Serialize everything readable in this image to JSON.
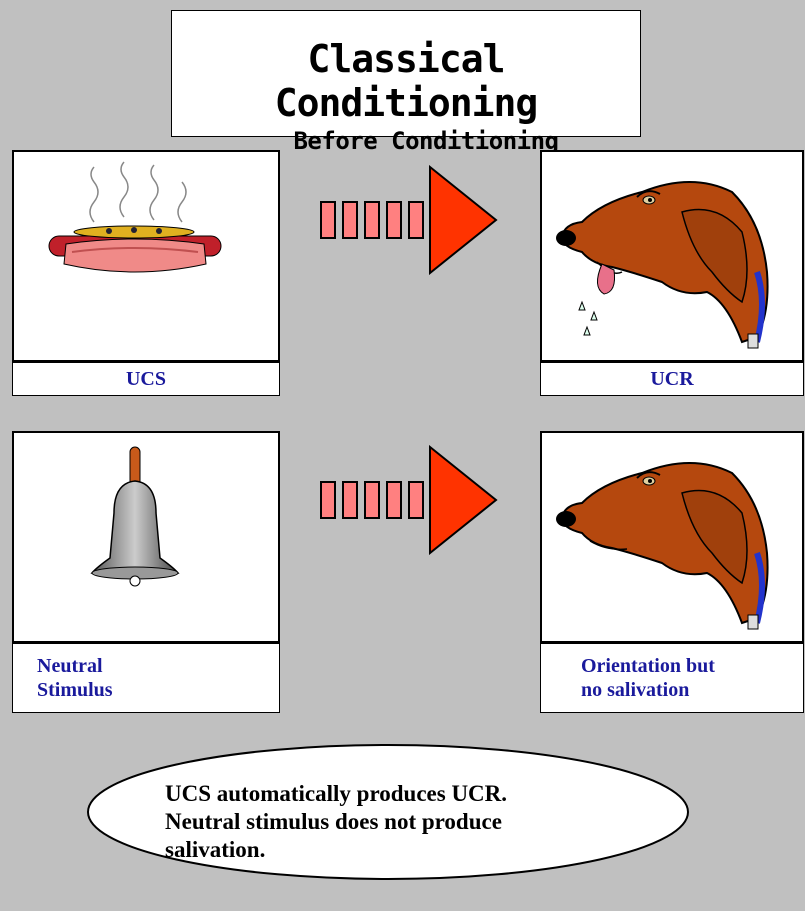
{
  "title": {
    "main": "Classical Conditioning",
    "sub": "Before Conditioning"
  },
  "rows": [
    {
      "left_label": "UCS",
      "right_label": "UCR",
      "left_image": "hot-dog",
      "right_image": "dog-salivating"
    },
    {
      "left_label_line1": "Neutral",
      "left_label_line2": "Stimulus",
      "right_label_line1": "Orientation but",
      "right_label_line2": "no salivation",
      "left_image": "bell",
      "right_image": "dog-not-salivating"
    }
  ],
  "summary": {
    "line1": "UCS automatically produces UCR.",
    "line2": "Neutral stimulus does not produce",
    "line3": "salivation."
  },
  "colors": {
    "background": "#c0c0c0",
    "arrow": "#ff3300",
    "arrow_bars": "#ff8080",
    "label_text": "#1a1a9c",
    "dog": "#b5480e",
    "collar": "#2233cc"
  }
}
